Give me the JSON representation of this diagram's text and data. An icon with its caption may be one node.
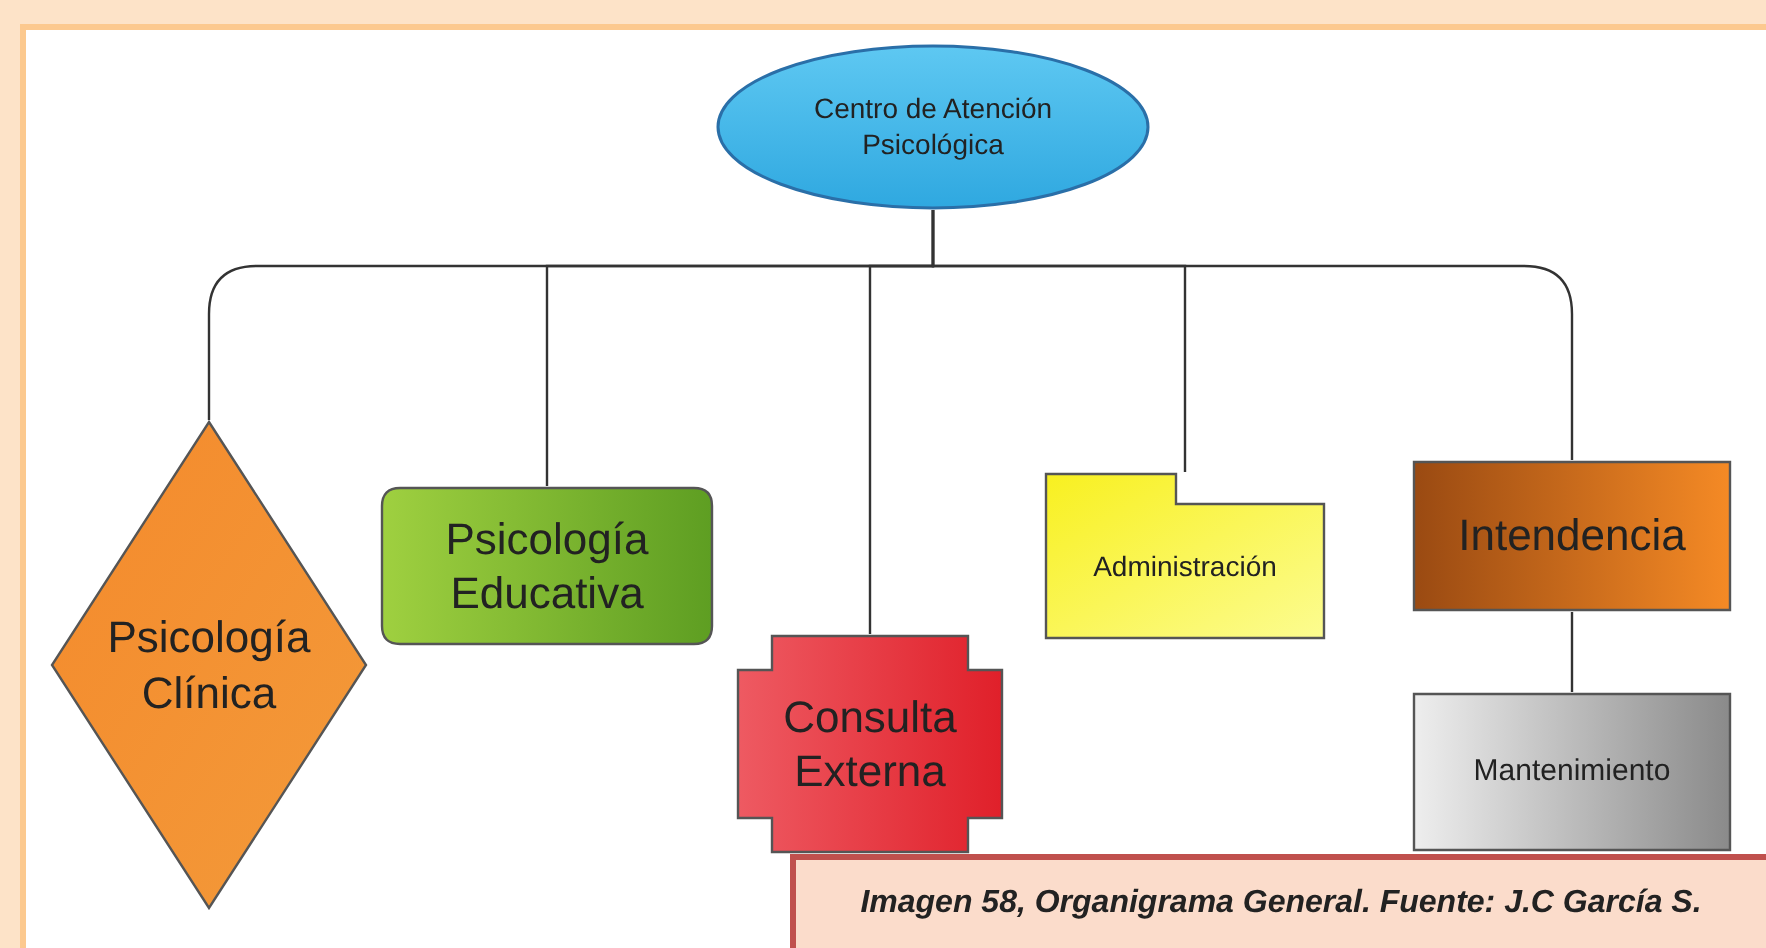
{
  "diagram": {
    "caption": "Imagen 58, Organigrama General. Fuente: J.C García S.",
    "nodes": [
      {
        "text": [
          "Centro de Atención Psicológica"
        ]
      },
      {
        "text": [
          "Psicología Clínica"
        ]
      },
      {
        "text": [
          "Psicología Educativa"
        ]
      },
      {
        "text": [
          "Consulta Externa"
        ]
      },
      {
        "text": [
          "Administración"
        ]
      },
      {
        "text": [
          "Intendencia"
        ]
      },
      {
        "text": [
          "Mantenimiento"
        ]
      }
    ],
    "edges": [
      {
        "from": 0,
        "to": 1,
        "arrow": "none"
      },
      {
        "from": 0,
        "to": 2,
        "arrow": "none"
      },
      {
        "from": 0,
        "to": 3,
        "arrow": "none"
      },
      {
        "from": 0,
        "to": 4,
        "arrow": "none"
      },
      {
        "from": 0,
        "to": 5,
        "arrow": "none"
      },
      {
        "from": 5,
        "to": 6,
        "arrow": "none"
      }
    ]
  }
}
